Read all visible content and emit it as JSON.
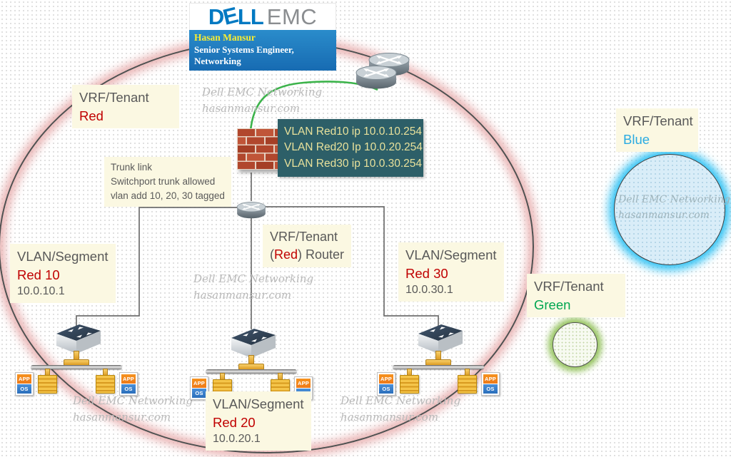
{
  "logo": {
    "dell_d": "D",
    "dell_e": "E",
    "dell_ll": "LL",
    "emc": "EMC",
    "owner": "Hasan Mansur",
    "owner_title": "Senior Systems Engineer, Networking"
  },
  "watermark": {
    "line1": "Dell EMC Networking",
    "line2": "hasanmansur.com"
  },
  "tenants": {
    "red": {
      "label": "VRF/Tenant",
      "name": "Red"
    },
    "blue": {
      "label": "VRF/Tenant",
      "name": "Blue"
    },
    "green": {
      "label": "VRF/Tenant",
      "name": "Green"
    }
  },
  "router_label": {
    "line1": "VRF/Tenant",
    "open_paren": "(",
    "name": "Red",
    "close_part": ") Router"
  },
  "vlan_gateways": {
    "line1": "VLAN Red10 ip 10.0.10.254",
    "line2": "VLAN Red20 Ip 10.0.20.254",
    "line3": "VLAN Red30 ip 10.0.30.254"
  },
  "trunk_note": {
    "line1": "Trunk link",
    "line2": "Switchport trunk allowed",
    "line3": "vlan add 10, 20, 30 tagged"
  },
  "segments": [
    {
      "label": "VLAN/Segment",
      "name": "Red 10",
      "gateway_ip": "10.0.10.1"
    },
    {
      "label": "VLAN/Segment",
      "name": "Red 20",
      "gateway_ip": "10.0.20.1"
    },
    {
      "label": "VLAN/Segment",
      "name": "Red 30",
      "gateway_ip": "10.0.30.1"
    }
  ],
  "host_badge": {
    "app": "APP",
    "os": "OS"
  },
  "colors": {
    "tenant_red": "#c00000",
    "tenant_blue": "#29abe2",
    "tenant_green": "#00a651",
    "gateway_box_bg": "#2d5f68",
    "dell_blue": "#0079c2",
    "uplink_green": "#3bb34a"
  }
}
